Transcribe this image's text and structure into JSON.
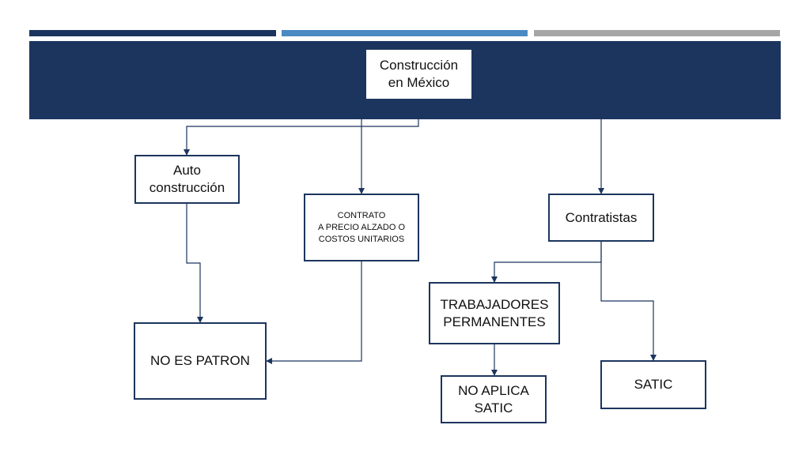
{
  "colors": {
    "navy": "#1c355e",
    "blue": "#4a8ac2",
    "gray": "#a6a6a6",
    "connector": "#1c355e"
  },
  "nodes": {
    "root": "Construcción\nen México",
    "auto": "Auto\nconstrucción",
    "contrato": "CONTRATO\nA PRECIO ALZADO O\nCOSTOS UNITARIOS",
    "contratistas": "Contratistas",
    "trabajadores": "TRABAJADORES\nPERMANENTES",
    "no_es_patron": "NO ES PATRON",
    "no_aplica": "NO APLICA\nSATIC",
    "satic": "SATIC"
  }
}
